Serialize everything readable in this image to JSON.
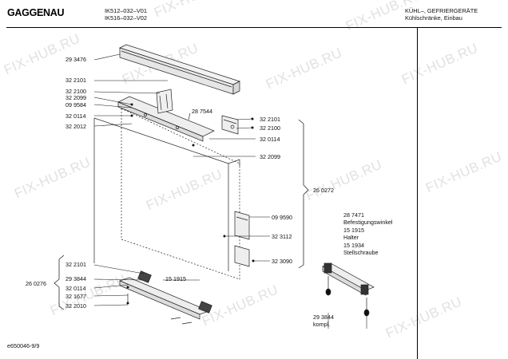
{
  "header": {
    "brand": "GAGGENAU",
    "model_1": "IK512–032–V01",
    "model_2": "IK516–032–V02",
    "category_1": "KÜHL–, GEFRIERGERÄTE",
    "category_2": "Kühlschränke, Einbau"
  },
  "watermark": "FIX-HUB.RU",
  "parts": {
    "p293476": "29 3476",
    "p322101_a": "32 2101",
    "p322100_a": "32 2100",
    "p322099_a": "32 2099",
    "p099584": "09 9584",
    "p320114_a": "32 0114",
    "p322012": "32 2012",
    "p287544": "28 7544",
    "p322101_b": "32 2101",
    "p322100_b": "32 2100",
    "p320114_b": "32 0114",
    "p322099_b": "32 2099",
    "p260272": "26 0272",
    "p099590": "09 9590",
    "p323112": "32 3112",
    "p323090": "32 3090",
    "p322101_c": "32 2101",
    "p293844_a": "29 3844",
    "p151915_a": "15 1915",
    "p260276": "26 0276",
    "p320114_c": "32 0114",
    "p321677": "32 1677",
    "p322010": "32 2010"
  },
  "kit": {
    "k1": "28 7471",
    "k2": "Befestigungswinkel",
    "k3": "15 1915",
    "k4": "Halter",
    "k5": "15 1934",
    "k6": "Stellschraube",
    "k7": "29 3844",
    "k8": "kompl."
  },
  "footer": {
    "doc_id": "e650046-9/9"
  }
}
